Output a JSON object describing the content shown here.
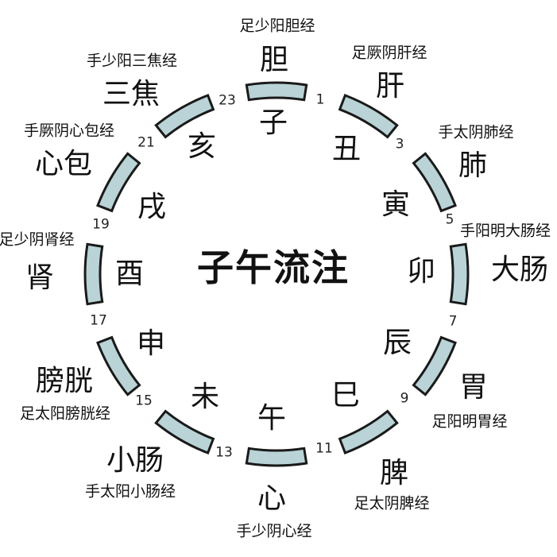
{
  "title": "子午流注",
  "colors": {
    "segment_fill": "#b9d3d6",
    "segment_stroke": "#1a1a1a",
    "text": "#111111"
  },
  "branches": [
    "子",
    "丑",
    "寅",
    "卯",
    "辰",
    "巳",
    "午",
    "未",
    "申",
    "酉",
    "戌",
    "亥"
  ],
  "hours": [
    "1",
    "3",
    "5",
    "7",
    "9",
    "11",
    "13",
    "15",
    "17",
    "19",
    "21",
    "23"
  ],
  "organs": [
    "胆",
    "肝",
    "肺",
    "大肠",
    "胃",
    "脾",
    "心",
    "小肠",
    "膀胱",
    "肾",
    "心包",
    "三焦"
  ],
  "meridians": [
    "足少阳胆经",
    "足厥阴肝经",
    "手太阴肺经",
    "手阳明大肠经",
    "足阳明胃经",
    "足太阴脾经",
    "手少阴心经",
    "手太阳小肠经",
    "足太阳膀胱经",
    "足少阴肾经",
    "手厥阴心包经",
    "手少阳三焦经"
  ]
}
